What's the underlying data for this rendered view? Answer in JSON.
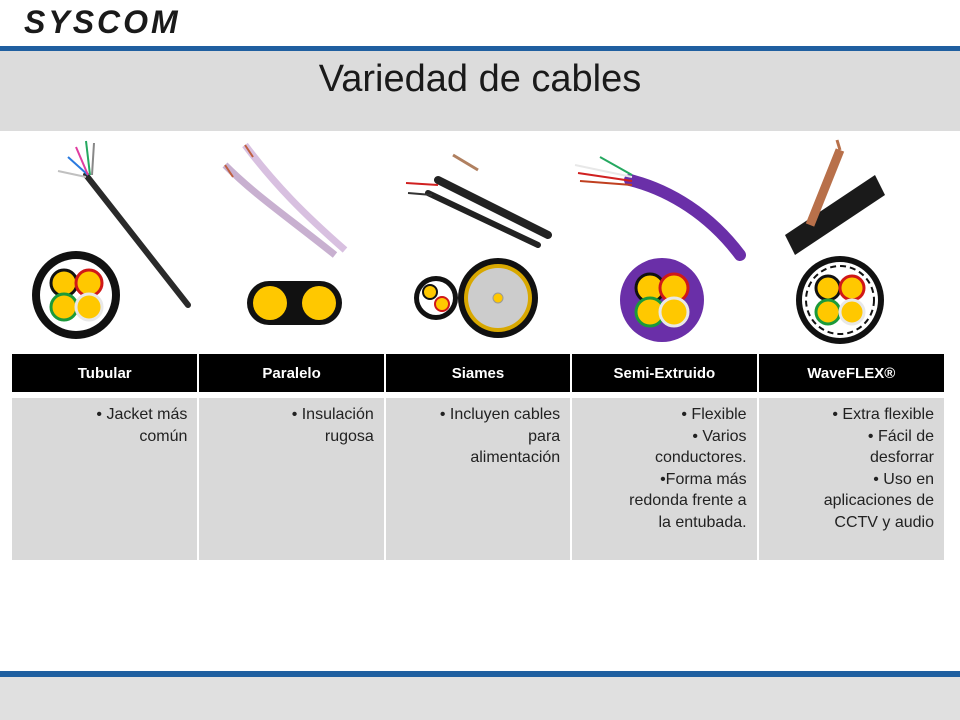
{
  "logo": {
    "text": "SYSCOM"
  },
  "slide": {
    "title": "Variedad de cables"
  },
  "colors": {
    "brand_blue": "#1f5fa0",
    "header_black": "#000000",
    "cell_gray": "#d9d9d9",
    "conductor_yellow": "#ffc800",
    "semi_purple": "#6a2fa8"
  },
  "table": {
    "headers": [
      "Tubular",
      "Paralelo",
      "Siames",
      "Semi-Extruido",
      "WaveFLEX®"
    ],
    "cells": [
      [
        "• Jacket más",
        "común"
      ],
      [
        "• Insulación",
        "rugosa"
      ],
      [
        "• Incluyen cables",
        "para",
        "alimentación"
      ],
      [
        "• Flexible",
        "• Varios",
        "conductores.",
        "•Forma más",
        "redonda frente a",
        "la entubada."
      ],
      [
        "• Extra flexible",
        "• Fácil de",
        "desforrar",
        "• Uso en",
        "aplicaciones de",
        "CCTV y audio"
      ]
    ]
  }
}
